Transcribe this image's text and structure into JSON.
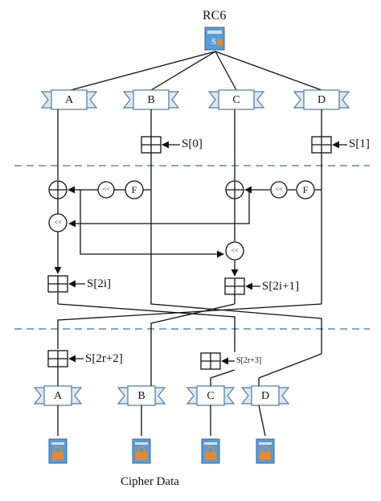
{
  "title": "RC6",
  "registers_top": [
    "A",
    "B",
    "C",
    "D"
  ],
  "registers_bottom": [
    "A",
    "B",
    "C",
    "D"
  ],
  "keys": {
    "s0": "S[0]",
    "s1": "S[1]",
    "s2i": "S[2i]",
    "s2i1": "S[2i+1]",
    "s2r2": "S[2r+2]",
    "s2r3": "S[2r+3]"
  },
  "ops": {
    "rotate": "<<",
    "function": "F"
  },
  "footer": "Cipher Data",
  "icons": {
    "source": "document-key-icon",
    "output": "encrypted-document-icon"
  },
  "colors": {
    "line": "#111111",
    "dash": "#4a90c8",
    "ribbon_fill": "#dce9f5",
    "ribbon_stroke": "#4a7aaa",
    "doc_fill": "#5b9bd5",
    "lock_fill": "#e8892f"
  }
}
